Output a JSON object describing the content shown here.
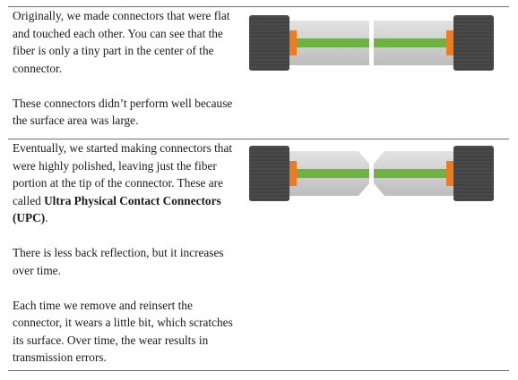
{
  "rows": [
    {
      "paragraphs": [
        {
          "segments": [
            {
              "text": "Originally, we made connectors that were flat and touched each other.  You can see that the fiber is only a tiny part in the center of the connector.",
              "bold": false
            }
          ]
        },
        {
          "segments": [
            {
              "text": "These connectors didn’t perform well because the surface area was large.",
              "bold": false
            }
          ]
        }
      ]
    },
    {
      "paragraphs": [
        {
          "segments": [
            {
              "text": "Eventually, we started making connectors that were highly polished, leaving just the fiber portion at the tip of the connector.  These are called ",
              "bold": false
            },
            {
              "text": "Ultra Physical Contact Connectors (UPC)",
              "bold": true
            },
            {
              "text": ".",
              "bold": false
            }
          ]
        },
        {
          "segments": [
            {
              "text": "There is less back reflection, but it increases over time.",
              "bold": false
            }
          ]
        },
        {
          "segments": [
            {
              "text": "Each time we remove and reinsert the connector, it wears a little bit, which scratches its surface.  Over time, the wear results in transmission errors.",
              "bold": false
            }
          ]
        }
      ]
    }
  ],
  "diagrams": [
    {
      "style": "flat"
    },
    {
      "style": "upc-polished"
    }
  ],
  "colors": {
    "jacket": "#4a4a4a",
    "ferrule_light": "#e2e2e2",
    "ferrule_dark": "#bdbdbd",
    "fiber": "#6cb33f",
    "collar": "#f07a1e",
    "rule": "#6e6e6e"
  }
}
